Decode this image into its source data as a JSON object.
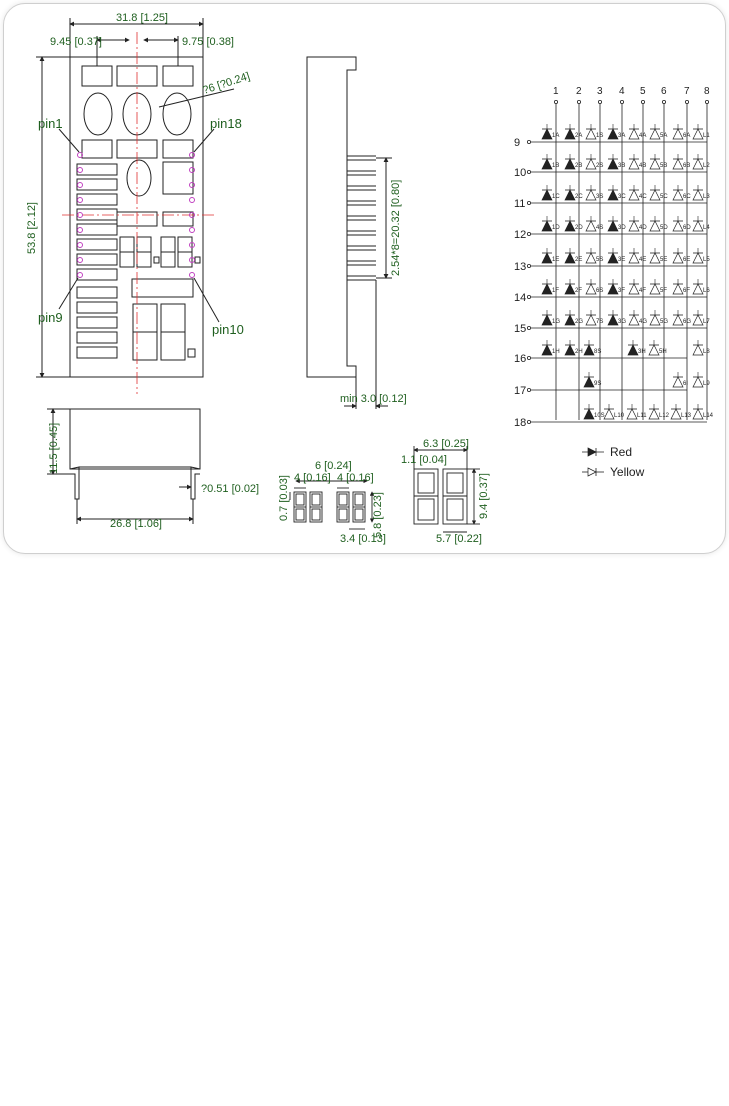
{
  "colors": {
    "accent": "#1f5f1f",
    "pin_marker": "#c040c0",
    "center_line": "#e03030",
    "line": "#222222"
  },
  "front": {
    "dim_width": "31.8 [1.25]",
    "dim_left": "9.45 [0.37]",
    "dim_right": "9.75 [0.38]",
    "dim_hole": "?6 [?0.24]",
    "dim_height": "53.8 [2.12]",
    "pin1": "pin1",
    "pin18": "pin18",
    "pin9": "pin9",
    "pin10": "pin10"
  },
  "side": {
    "dim_pitch": "2.54*8=20.32 [0.80]",
    "dim_min": "min 3.0 [0.12]"
  },
  "bottom": {
    "dim_height": "11.5 [0.45]",
    "dim_pin": "?0.51 [0.02]",
    "dim_width": "26.8 [1.06]"
  },
  "digit_small": {
    "dim_06": "6 [0.24]",
    "dim_04a": "4 [0.16]",
    "dim_04b": "4 [0.16]",
    "dim_07": "0.7 [0.03]",
    "dim_58": "5.8 [0.23]",
    "dim_34": "3.4 [0.13]"
  },
  "digit_large": {
    "dim_63": "6.3 [0.25]",
    "dim_11": "1.1 [0.04]",
    "dim_94": "9.4 [0.37]",
    "dim_57": "5.7 [0.22]"
  },
  "schematic": {
    "columns": [
      "1",
      "2",
      "3",
      "4",
      "5",
      "6",
      "7",
      "8"
    ],
    "rows": [
      "9",
      "10",
      "11",
      "12",
      "13",
      "14",
      "15",
      "16",
      "17",
      "18"
    ],
    "row_letters": [
      "A",
      "B",
      "C",
      "D",
      "E",
      "F",
      "G"
    ],
    "legend_red": "Red",
    "legend_yellow": "Yellow"
  }
}
